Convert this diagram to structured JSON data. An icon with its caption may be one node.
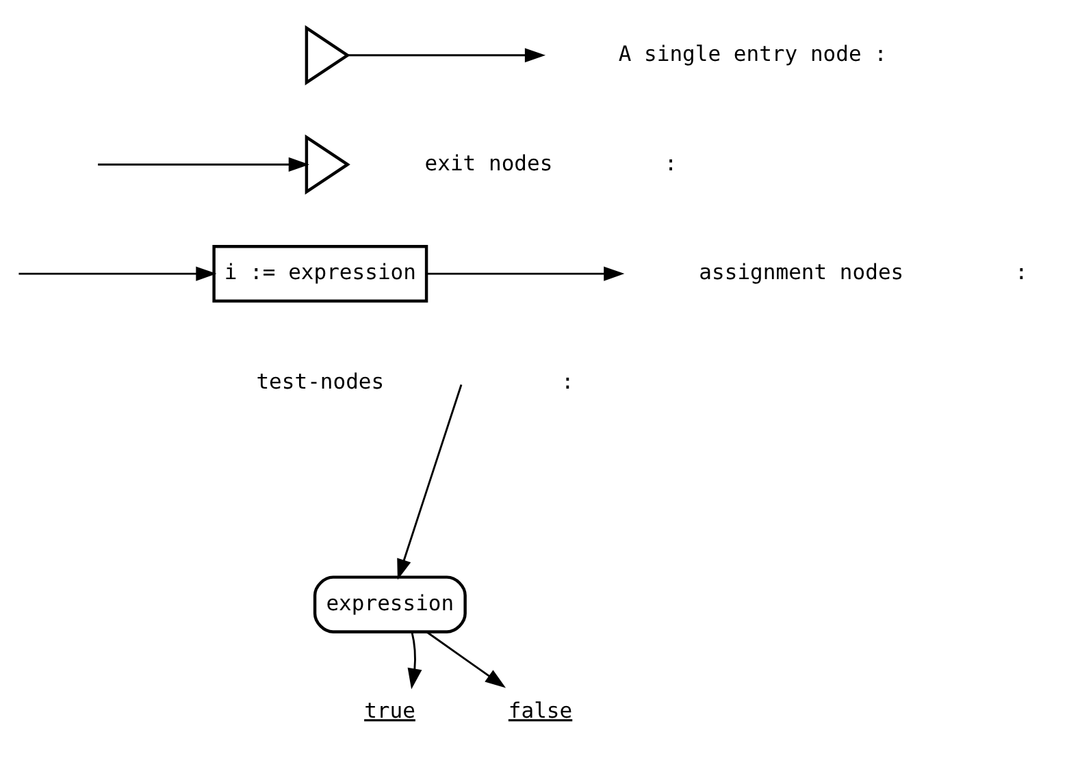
{
  "diagram": {
    "nodes": [
      {
        "text": [],
        "shape": "triangle"
      },
      {
        "text": [],
        "shape": "triangle"
      },
      {
        "text": [
          "i := expression"
        ]
      },
      {
        "text": [
          "expression"
        ]
      },
      {
        "text": [
          "true"
        ]
      },
      {
        "text": [
          "false"
        ]
      }
    ],
    "edges": [
      {
        "from": 0,
        "to": null,
        "arrow": "to"
      },
      {
        "from": null,
        "to": 1,
        "arrow": "to"
      },
      {
        "from": null,
        "to": 2,
        "arrow": "to"
      },
      {
        "from": 2,
        "to": null,
        "arrow": "to"
      },
      {
        "from": null,
        "to": 3,
        "arrow": "to"
      },
      {
        "from": 3,
        "to": 4,
        "arrow": "to"
      },
      {
        "from": 3,
        "to": 5,
        "arrow": "to"
      }
    ],
    "labels": [
      "A single entry node :",
      "exit nodes",
      ":",
      "assignment nodes",
      ":",
      "test-nodes",
      ":"
    ]
  }
}
